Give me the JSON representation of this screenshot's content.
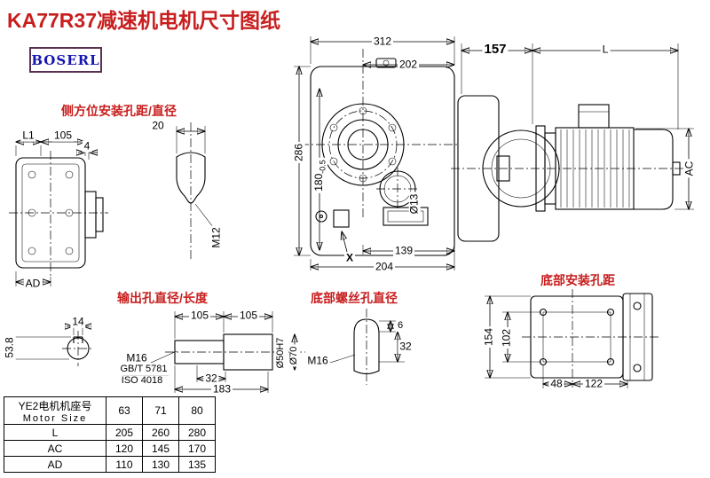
{
  "header": {
    "title": "KA77R37减速机电机尺寸图纸",
    "logo": "BOSERL"
  },
  "callouts": {
    "side_holes": "侧方位安装孔距/直径",
    "output_hole": "输出孔直径/长度",
    "bottom_screw": "底部螺丝孔直径",
    "bottom_mount": "底部安装孔距"
  },
  "dims": {
    "overall_width": "312",
    "top_width": "202",
    "adapter_length": "157",
    "motor_length": "L",
    "overall_height": "286",
    "center_height": "180",
    "center_height_tol": "-0.5",
    "motor_diameter": "AC",
    "flange_holes": "Ø13",
    "foot_width": "139",
    "base_width": "204",
    "oil_mark": "X",
    "side_hole_depth": "20",
    "side_thread": "M12",
    "left_l1": "L1",
    "left_105": "105",
    "left_step": "4",
    "left_ad": "AD",
    "key_height": "53.8",
    "key_width": "14",
    "output_len_1": "105",
    "output_len_2": "105",
    "output_thread": "M16",
    "std_gb": "GB/T 5781",
    "std_iso": "ISO 4018",
    "output_step": "32",
    "output_total": "183",
    "bore_dia": "Ø50H7",
    "hub_dia": "Ø70",
    "screw_head": "6",
    "screw_depth": "32",
    "bottom_thread": "M16",
    "mount_length": "154",
    "mount_hole_span": "102",
    "mount_x1": "48",
    "mount_x2": "122"
  },
  "table": {
    "header": {
      "line1": "YE2电机机座号",
      "line2": "Motor Size",
      "sizes": [
        "63",
        "71",
        "80"
      ]
    },
    "rows": [
      {
        "label": "L",
        "values": [
          "205",
          "260",
          "280"
        ]
      },
      {
        "label": "AC",
        "values": [
          "120",
          "145",
          "170"
        ]
      },
      {
        "label": "AD",
        "values": [
          "110",
          "130",
          "135"
        ]
      }
    ]
  },
  "colors": {
    "accent_red": "#c81e1e",
    "logo_blue": "#1515b0",
    "line": "#000000"
  }
}
